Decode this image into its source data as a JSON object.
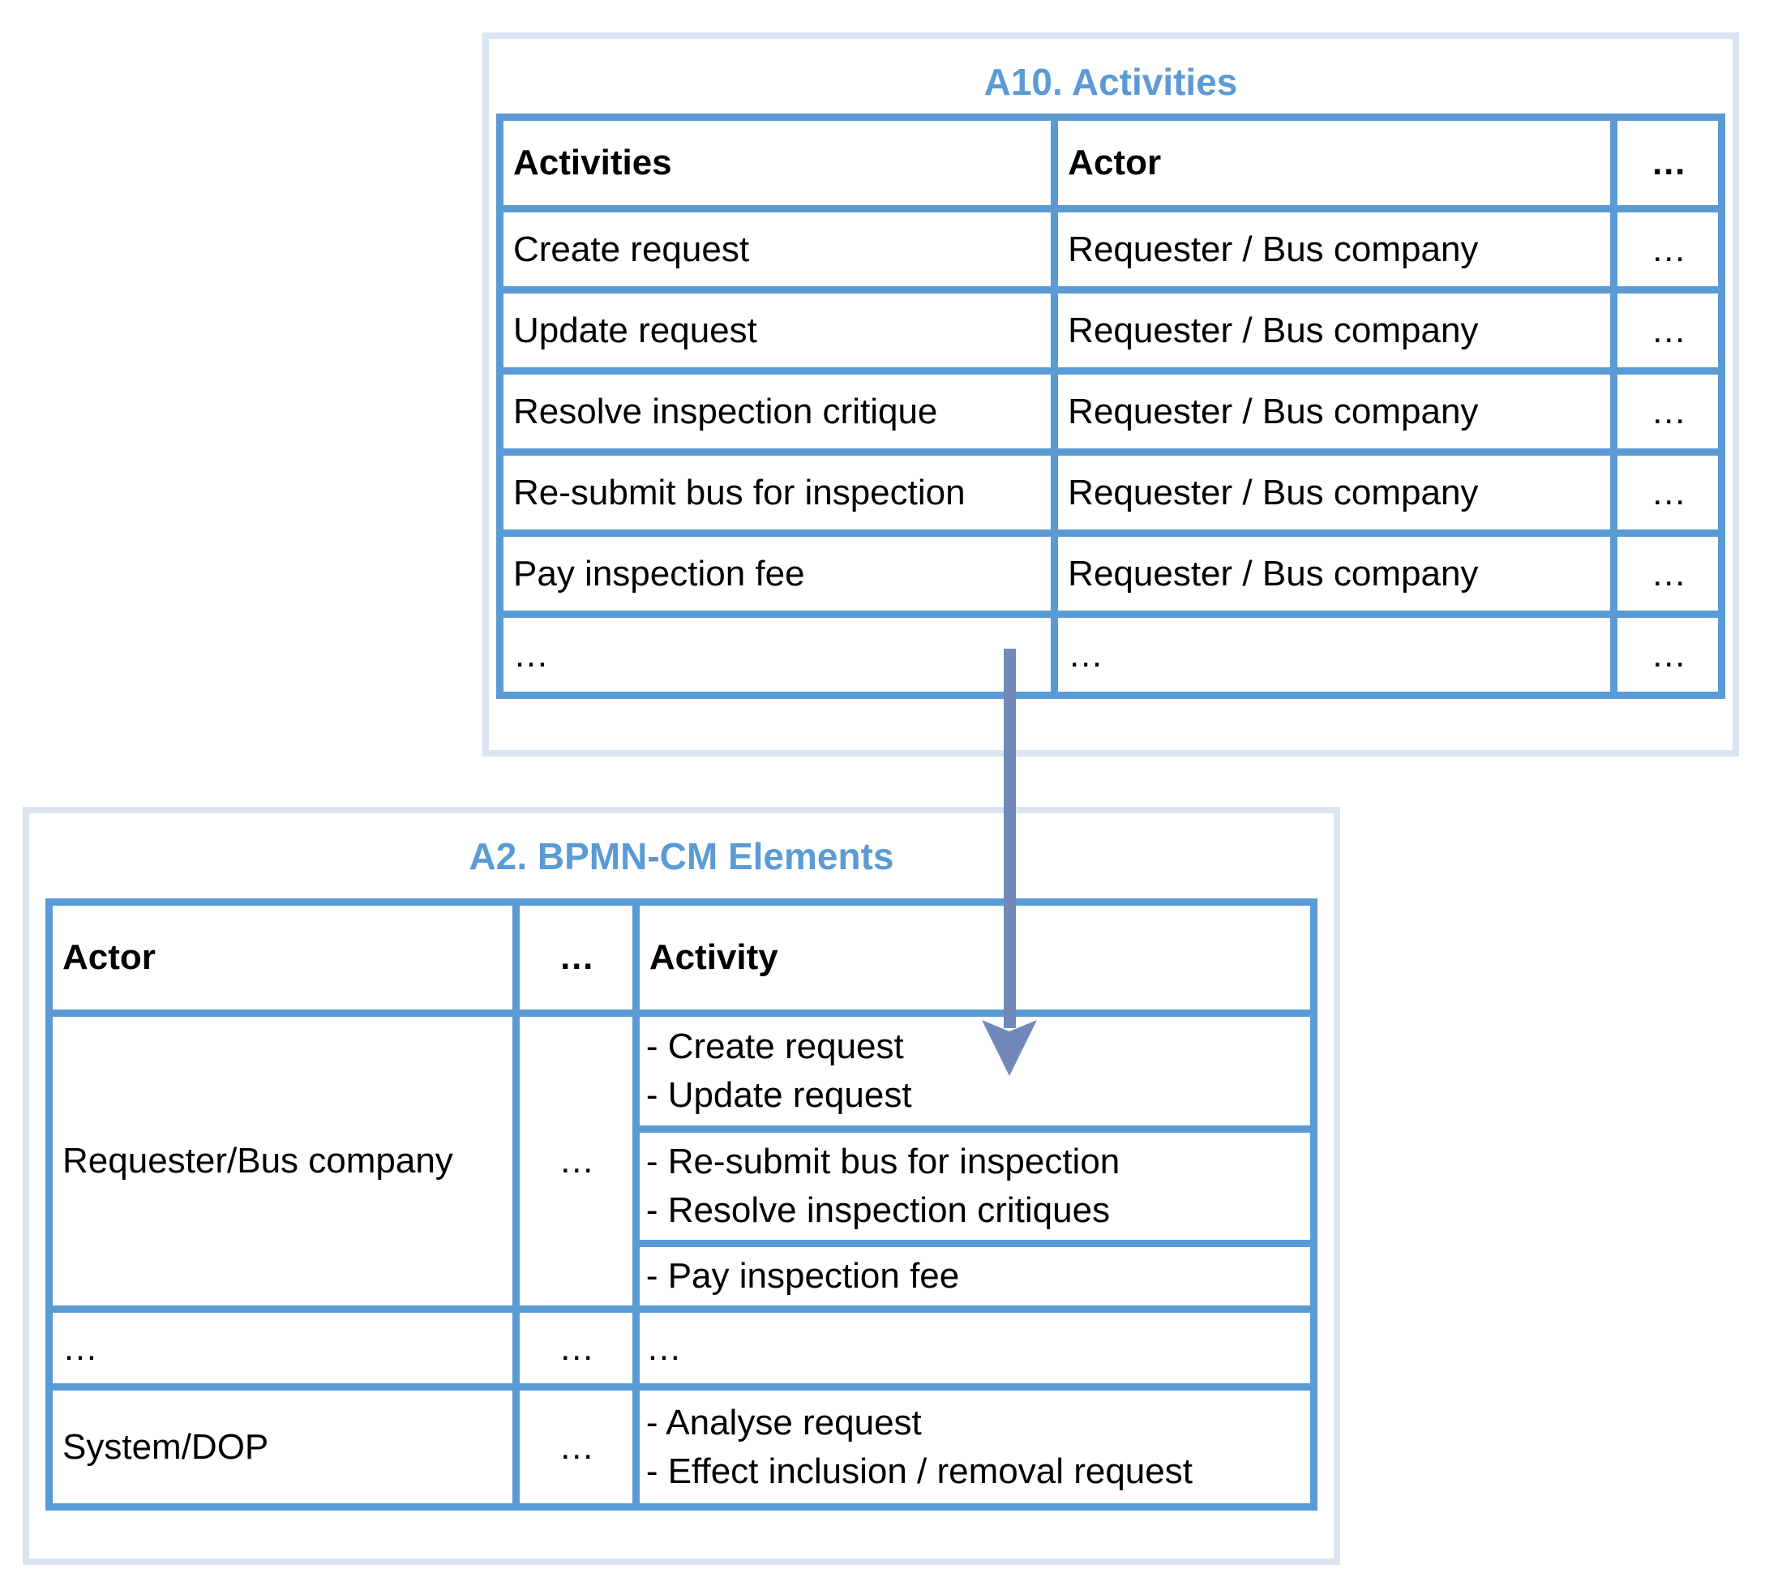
{
  "colors": {
    "border_blue": "#5b9bd5",
    "fill_light": "#dfe9f5",
    "container_border": "#dbe5f1",
    "title_blue": "#5b9bd5",
    "arrow": "#7189b8",
    "text": "#000000"
  },
  "table_a10": {
    "title": "A10. Activities",
    "headers": [
      "Activities",
      "Actor",
      "…"
    ],
    "rows": [
      [
        "Create request",
        "Requester / Bus company",
        "…"
      ],
      [
        "Update request",
        "Requester / Bus company",
        "…"
      ],
      [
        "Resolve inspection critique",
        "Requester / Bus company",
        "…"
      ],
      [
        "Re-submit bus for inspection",
        "Requester / Bus company",
        "…"
      ],
      [
        "Pay inspection fee",
        "Requester / Bus company",
        "…"
      ],
      [
        "…",
        "…",
        "…"
      ]
    ]
  },
  "table_a2": {
    "title": "A2. BPMN-CM Elements",
    "headers": [
      "Actor",
      "…",
      "Activity"
    ],
    "requester_row": {
      "actor": "Requester/Bus company",
      "dots": "…",
      "activity_groups": [
        [
          "- Create request",
          "- Update request"
        ],
        [
          "- Re-submit bus for inspection",
          "- Resolve inspection critiques"
        ],
        [
          "- Pay inspection fee"
        ]
      ]
    },
    "ellipsis_row": [
      "…",
      "…",
      "…"
    ],
    "system_row": {
      "actor": "System/DOP",
      "dots": "…",
      "activities": [
        "- Analyse request",
        "- Effect inclusion / removal request"
      ]
    }
  }
}
